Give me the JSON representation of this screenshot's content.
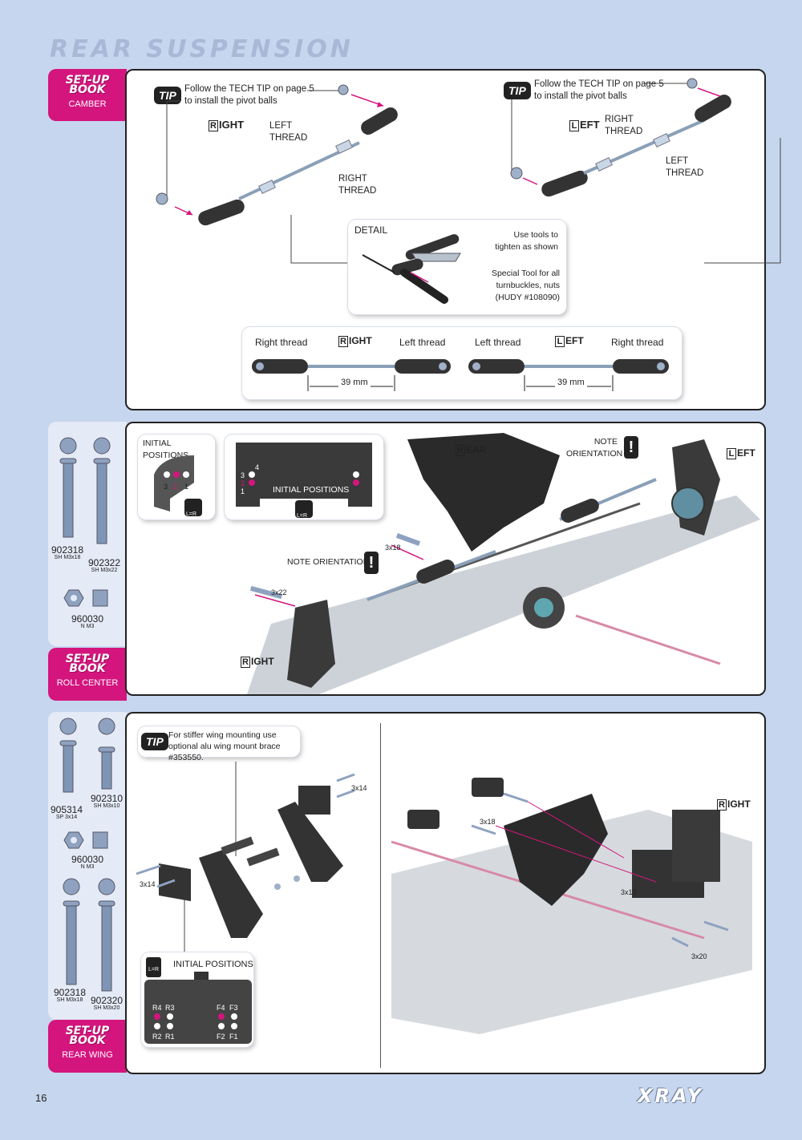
{
  "page": {
    "title": "REAR SUSPENSION",
    "page_number": "16",
    "brand": "XRAY"
  },
  "camber": {
    "setup_book": "SET-UP BOOK",
    "setup_topic": "CAMBER",
    "tip_tag": "TIP",
    "tip_right_line1": "Follow the TECH TIP on page 5",
    "tip_right_line2": "to install the pivot balls",
    "tip_left_line1": "Follow the TECH TIP on page 5",
    "tip_left_line2": "to install the pivot balls",
    "side_right": "IGHT",
    "side_right_letter": "R",
    "side_left": "EFT",
    "side_left_letter": "L",
    "right_view_left_thread": "LEFT THREAD",
    "right_view_right_thread": "RIGHT THREAD",
    "left_view_right_thread": "RIGHT THREAD",
    "left_view_left_thread": "LEFT THREAD",
    "detail_title": "DETAIL",
    "detail_tools": "Use tools to tighten as shown",
    "detail_special": "Special Tool for all turnbuckles, nuts (HUDY #108090)",
    "compare_right_thread_1": "Right  thread",
    "compare_left_thread_1": "Left  thread",
    "compare_left_thread_2": "Left  thread",
    "compare_right_thread_2": "Right  thread",
    "length_1": "39 mm",
    "length_2": "39 mm"
  },
  "roll_center": {
    "setup_book": "SET-UP BOOK",
    "setup_topic": "ROLL CENTER",
    "parts": [
      {
        "number": "902318",
        "spec": "SH M3x18"
      },
      {
        "number": "902322",
        "spec": "SH M3x22"
      },
      {
        "number": "960030",
        "spec": "N M3"
      }
    ],
    "initial_positions_1": "INITIAL POSITIONS",
    "initial_positions_2": "INITIAL POSITIONS",
    "pos_numbers_a": [
      "3",
      "2",
      "1"
    ],
    "pos_numbers_b": [
      "4",
      "3",
      "2",
      "1"
    ],
    "lr_tag": "L=R",
    "rear_label": "EAR",
    "rear_letter": "R",
    "left_label": "EFT",
    "left_letter": "L",
    "right_label": "IGHT",
    "right_letter": "R",
    "note_orientation_1": "NOTE ORIENTATION",
    "note_orientation_2": "NOTE ORIENTATION",
    "screw_3x18": "3x18",
    "screw_3x22": "3x22"
  },
  "rear_wing": {
    "setup_book": "SET-UP BOOK",
    "setup_topic": "REAR WING",
    "parts": [
      {
        "number": "905314",
        "spec": "SP 3x14"
      },
      {
        "number": "902310",
        "spec": "SH M3x10"
      },
      {
        "number": "960030",
        "spec": "N M3"
      },
      {
        "number": "902318",
        "spec": "SH M3x18"
      },
      {
        "number": "902320",
        "spec": "SH M3x20"
      }
    ],
    "tip_tag": "TIP",
    "tip_text": "For stiffer wing mounting use optional alu wing mount brace #353550.",
    "screw_3x14_a": "3x14",
    "screw_3x14_b": "3x14",
    "screw_3x18": "3x18",
    "screw_3x10": "3x10",
    "screw_3x20": "3x20",
    "initial_positions": "INITIAL POSITIONS",
    "lr_tag": "L=R",
    "mount_positions": [
      "R4",
      "R3",
      "F4",
      "F3",
      "R2",
      "R1",
      "F2",
      "F1"
    ],
    "right_label": "IGHT",
    "right_letter": "R"
  },
  "colors": {
    "accent": "#d4157e",
    "background": "#c6d6ee",
    "panel_border": "#222222"
  }
}
